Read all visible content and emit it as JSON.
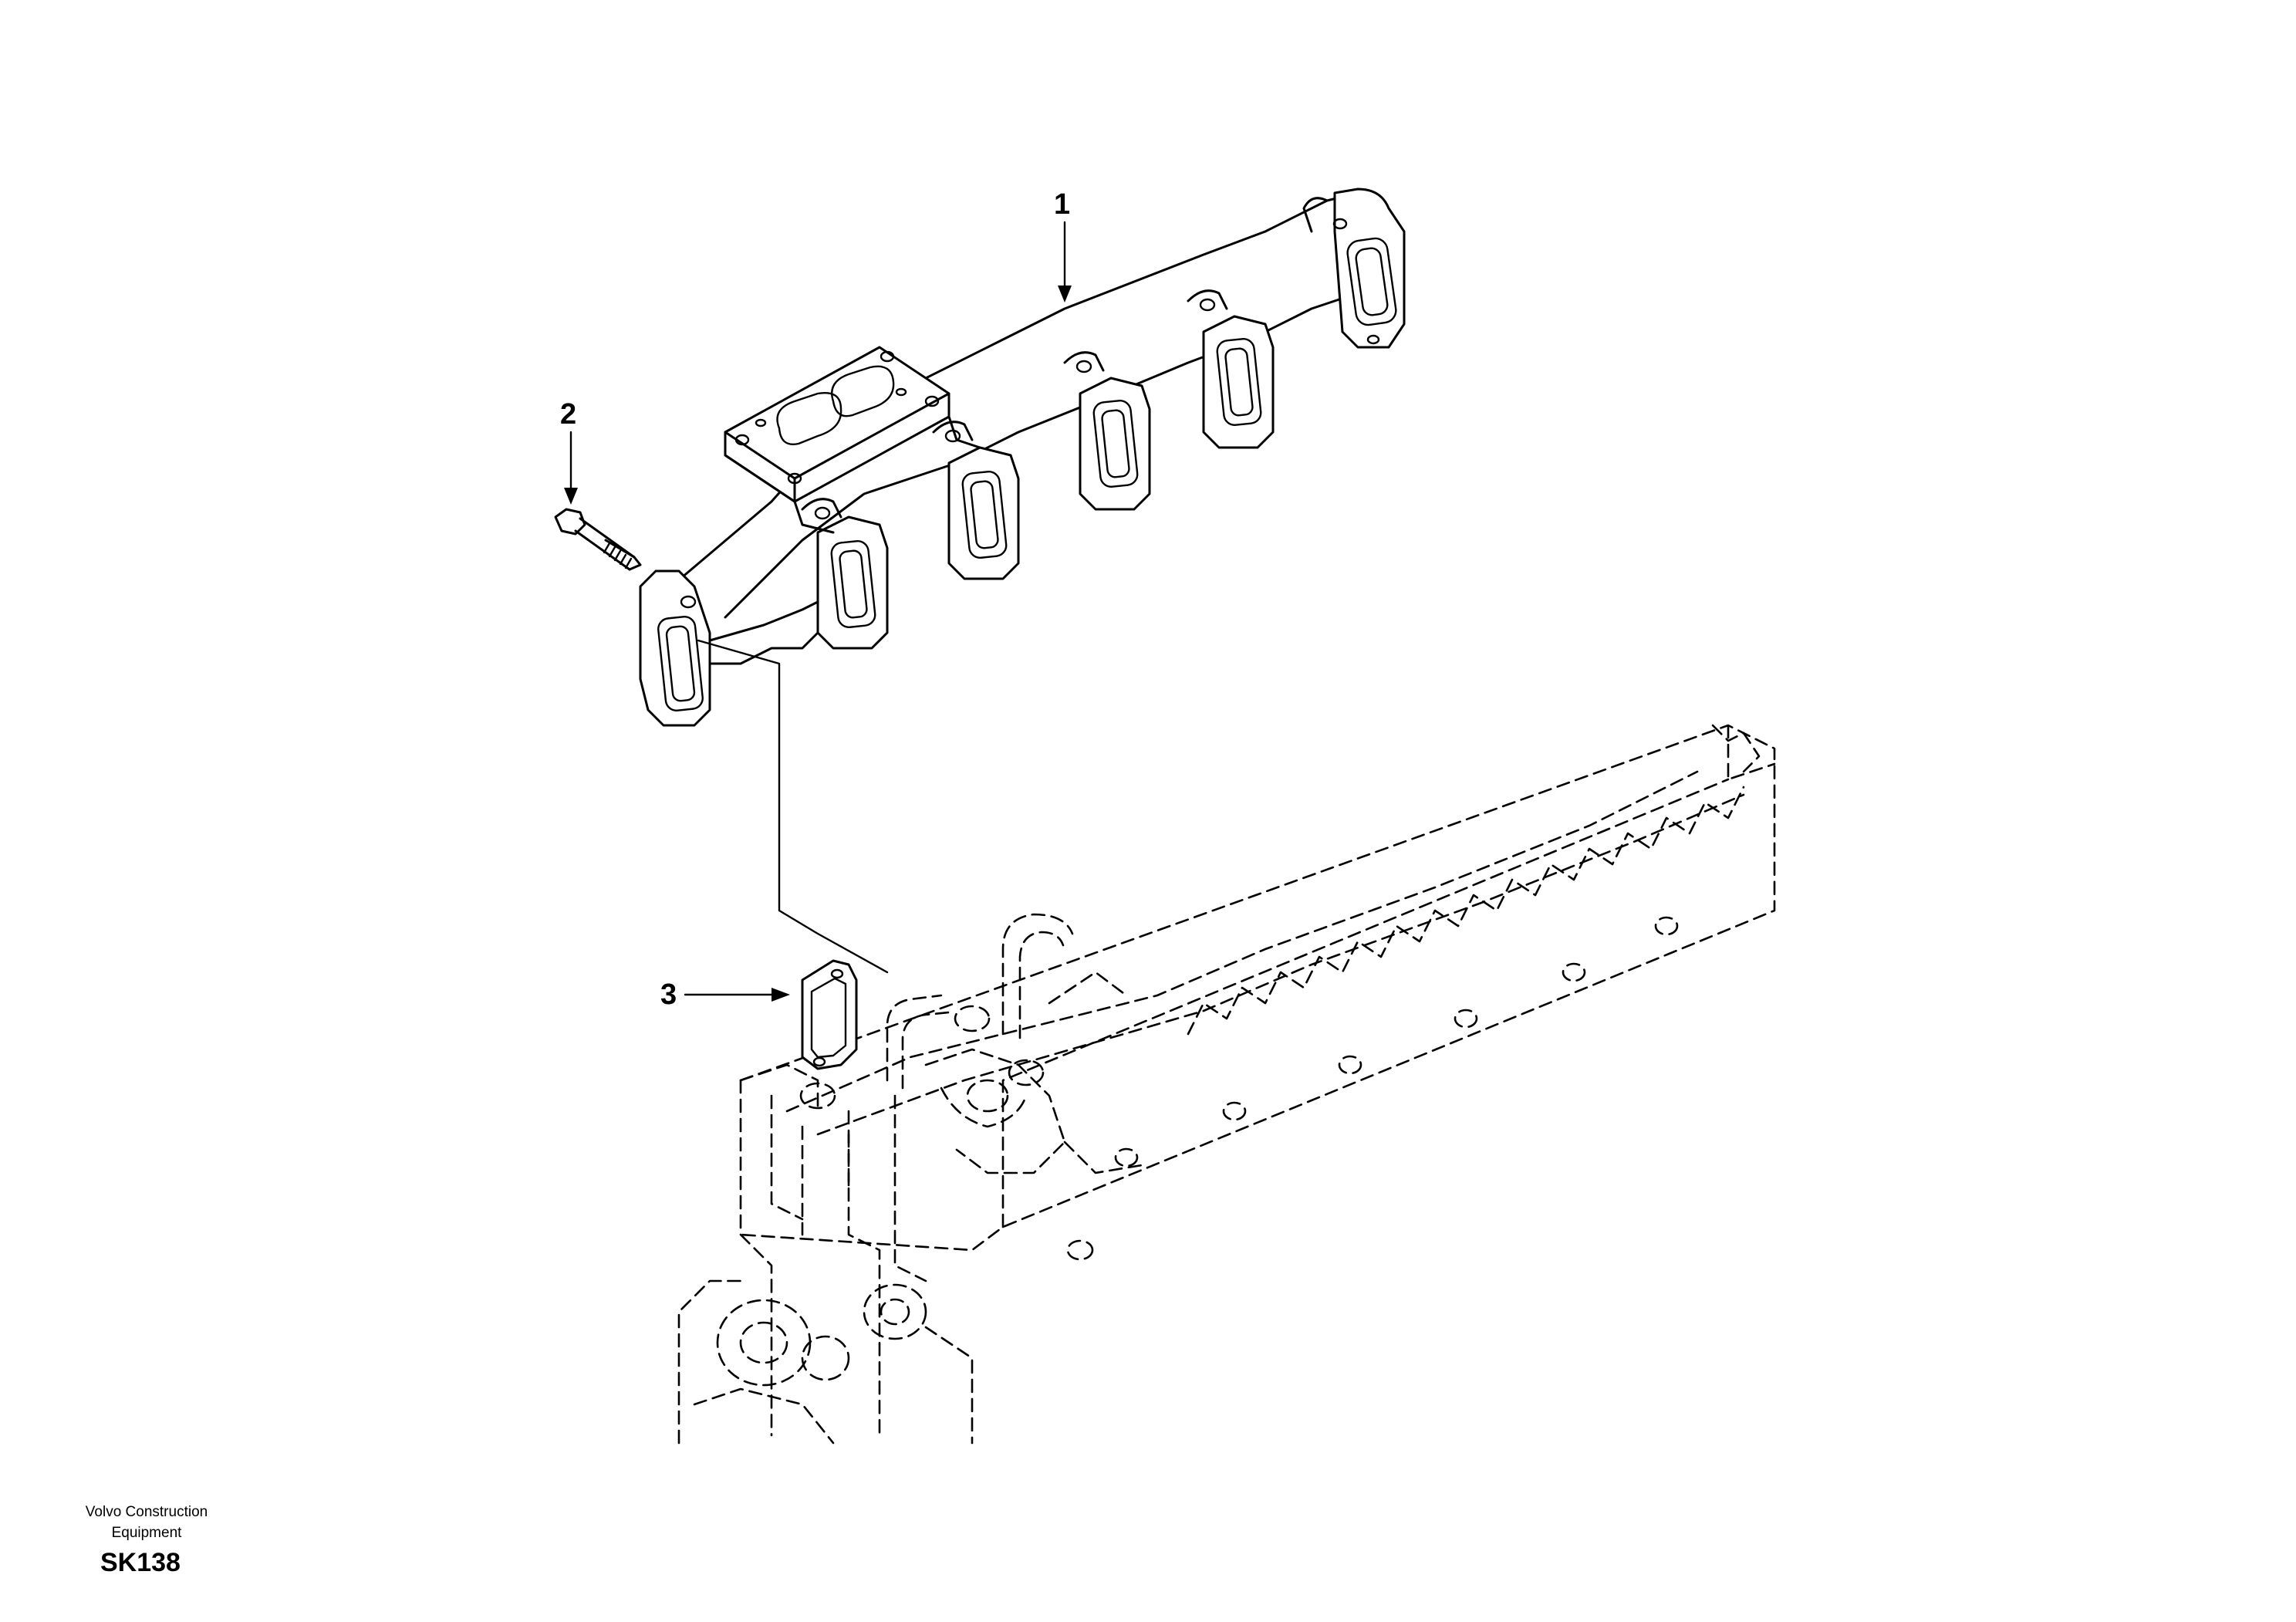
{
  "callouts": {
    "part_1": "1",
    "part_2": "2",
    "part_3": "3"
  },
  "footer": {
    "company_line1": "Volvo Construction",
    "company_line2": "Equipment",
    "drawing_code": "SK138"
  },
  "colors": {
    "line": "#000000",
    "background": "#ffffff"
  }
}
